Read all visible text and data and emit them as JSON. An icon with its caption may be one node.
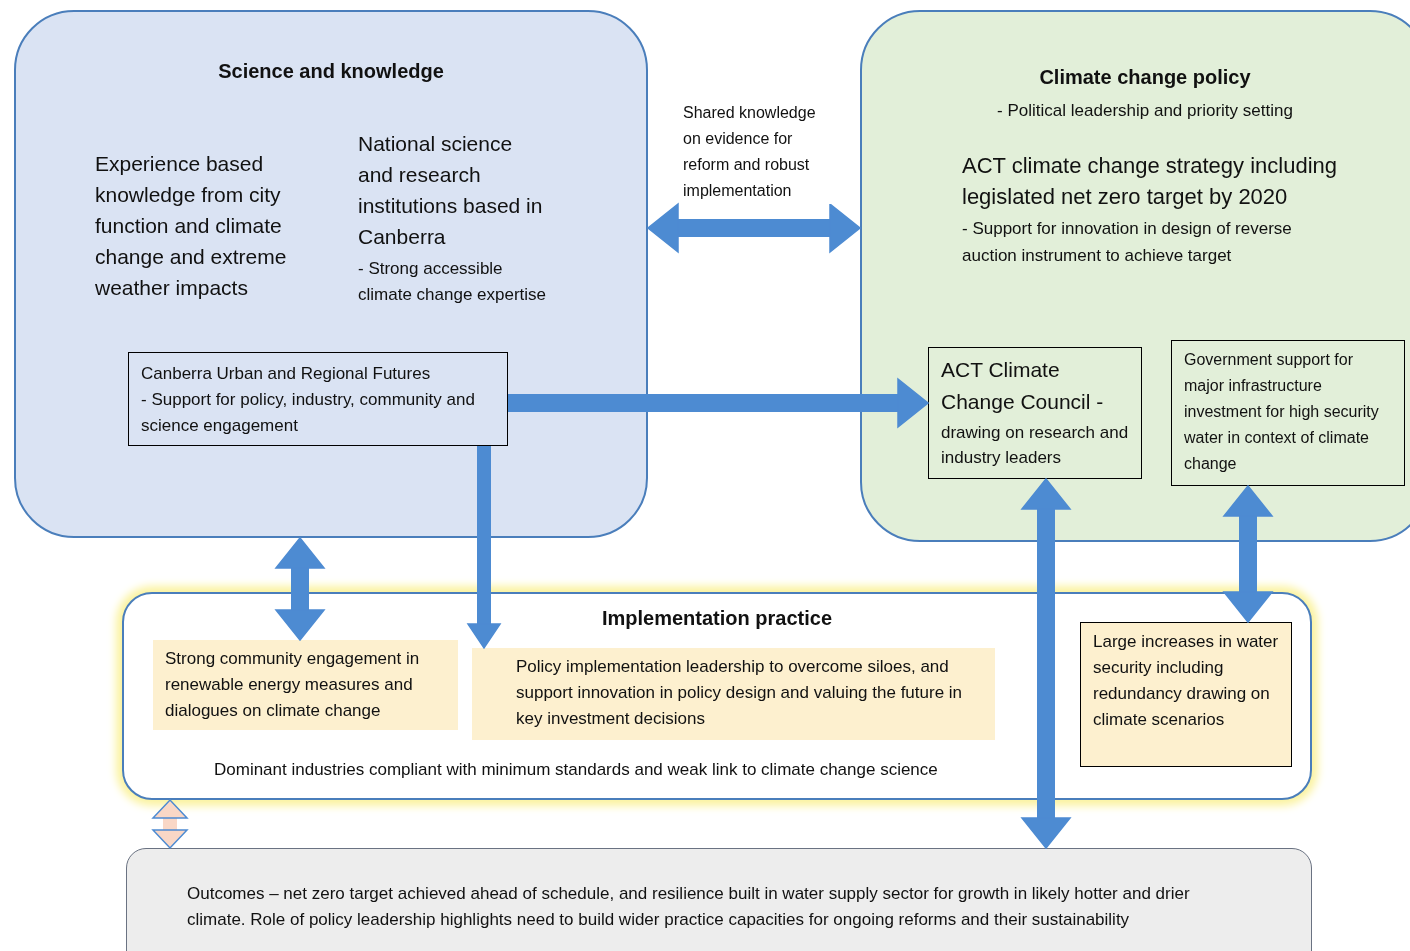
{
  "diagram": {
    "nodes": [
      {
        "text": [
          "Science and knowledge"
        ]
      },
      {
        "text": [
          "Experience based knowledge from city function and climate change and extreme weather impacts"
        ],
        "in": 0
      },
      {
        "text": [
          "National science and research institutions based in Canberra",
          "- Strong accessible climate change expertise"
        ],
        "in": 0
      },
      {
        "text": [
          "Canberra Urban and Regional Futures",
          "- Support for policy, industry, community and science engagement"
        ],
        "in": 0
      },
      {
        "text": [
          "Climate change policy",
          "- Political leadership and priority setting"
        ]
      },
      {
        "text": [
          "ACT climate change strategy including legislated net zero target by 2020",
          "- Support for innovation in design of reverse auction instrument to achieve target"
        ],
        "in": 4
      },
      {
        "text": [
          "ACT Climate Change Council -",
          "drawing on research and industry leaders"
        ],
        "in": 4
      },
      {
        "text": [
          "Government support for major infrastructure investment for high security water in context of climate change"
        ],
        "in": 4
      },
      {
        "text": [
          "Implementation practice",
          "Dominant industries compliant with minimum standards and weak link to climate change science"
        ]
      },
      {
        "text": [
          "Strong community engagement in renewable energy measures and dialogues on climate change"
        ],
        "in": 8
      },
      {
        "text": [
          "Policy implementation leadership to overcome siloes, and support innovation in policy design and valuing the future in key investment decisions"
        ],
        "in": 8
      },
      {
        "text": [
          "Large increases in water security including redundancy drawing on climate scenarios"
        ],
        "in": 8
      },
      {
        "text": [
          "Outcomes – net zero target achieved ahead of schedule, and resilience built in water supply sector for growth in likely hotter and drier climate. Role of policy leadership highlights need to build wider practice capacities for ongoing reforms and their sustainability"
        ]
      }
    ],
    "edges": [
      {
        "from": 0,
        "to": 4,
        "arrow": "both",
        "label": "Shared knowledge on evidence for reform and robust implementation"
      },
      {
        "from": 3,
        "to": 6,
        "arrow": "to"
      },
      {
        "from": 3,
        "to": 10,
        "arrow": "to"
      },
      {
        "from": 0,
        "to": 9,
        "arrow": "both"
      },
      {
        "from": 6,
        "to": 12,
        "arrow": "both"
      },
      {
        "from": 7,
        "to": 11,
        "arrow": "both"
      },
      {
        "from": 8,
        "to": 12,
        "arrow": "both",
        "color": "#f9d7c6"
      }
    ]
  }
}
